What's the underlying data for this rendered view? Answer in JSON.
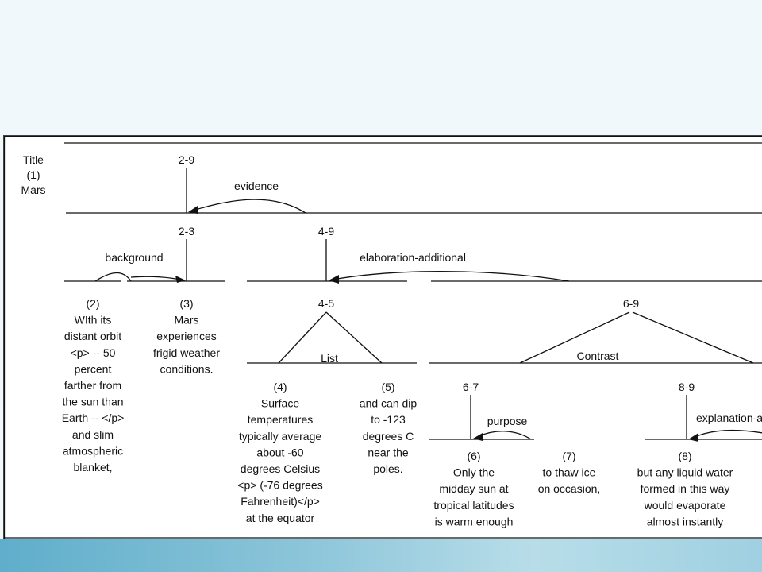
{
  "diagram": {
    "title_block": {
      "line1": "Title",
      "line2": "(1)",
      "line3": "Mars"
    },
    "spans": {
      "s29": "2-9",
      "s23": "2-3",
      "s49": "4-9",
      "s45": "4-5",
      "s69": "6-9",
      "s67": "6-7",
      "s89": "8-9"
    },
    "relations": {
      "evidence": "evidence",
      "background": "background",
      "elaboration": "elaboration-additional",
      "list": "List",
      "contrast": "Contrast",
      "purpose": "purpose",
      "explanation": "explanation-a"
    },
    "segments": {
      "seg2": [
        "(2)",
        "WIth its",
        "distant orbit",
        "<p> -- 50",
        "percent",
        "farther from",
        "the sun than",
        "Earth -- </p>",
        "and slim",
        "atmospheric",
        "blanket,"
      ],
      "seg3": [
        "(3)",
        "Mars",
        "experiences",
        "frigid weather",
        "conditions."
      ],
      "seg4": [
        "(4)",
        "Surface",
        "temperatures",
        "typically average",
        "about -60",
        "degrees Celsius",
        "<p> (-76 degrees",
        "Fahrenheit)</p>",
        "at the equator"
      ],
      "seg5": [
        "(5)",
        "and can dip",
        "to -123",
        "degrees C",
        "near the",
        "poles."
      ],
      "seg6": [
        "(6)",
        "Only the",
        "midday sun at",
        "tropical latitudes",
        "is warm enough"
      ],
      "seg7": [
        "(7)",
        "to thaw ice",
        "on occasion,"
      ],
      "seg8": [
        "(8)",
        "but any liquid water",
        "formed in this way",
        "would evaporate",
        "almost instantly"
      ]
    }
  }
}
